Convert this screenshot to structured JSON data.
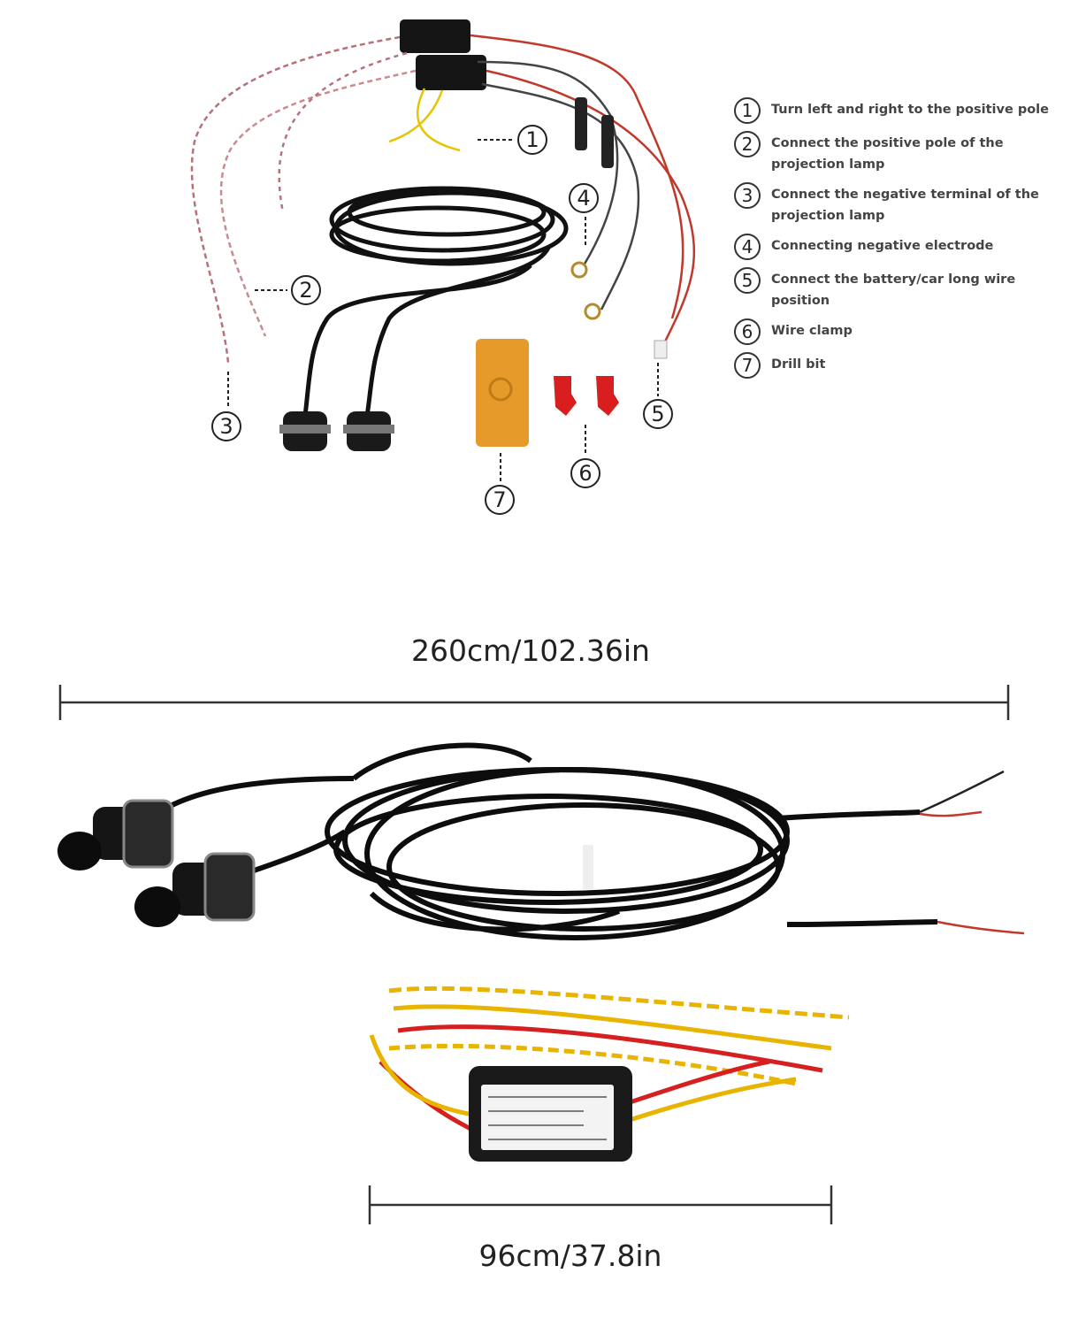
{
  "legend": {
    "items": [
      {
        "num": "1",
        "text": "Turn left and right to the positive pole"
      },
      {
        "num": "2",
        "text": "Connect the positive pole of the projection lamp"
      },
      {
        "num": "3",
        "text": "Connect the negative terminal of the projection lamp"
      },
      {
        "num": "4",
        "text": "Connecting negative electrode"
      },
      {
        "num": "5",
        "text": "Connect the battery/car long wire position"
      },
      {
        "num": "6",
        "text": "Wire clamp"
      },
      {
        "num": "7",
        "text": "Drill bit"
      }
    ]
  },
  "callouts": {
    "c1": "1",
    "c2": "2",
    "c3": "3",
    "c4": "4",
    "c5": "5",
    "c6": "6",
    "c7": "7"
  },
  "dimensions": {
    "long_cable": "260cm/102.36in",
    "short_harness": "96cm/37.8in"
  },
  "colors": {
    "wire_red": "#c0392b",
    "wire_yellow": "#e8b400",
    "wire_pink": "#c98a90",
    "cable_black": "#111111",
    "drill_box": "#e59a2a",
    "clamp_red": "#d81e1e"
  }
}
